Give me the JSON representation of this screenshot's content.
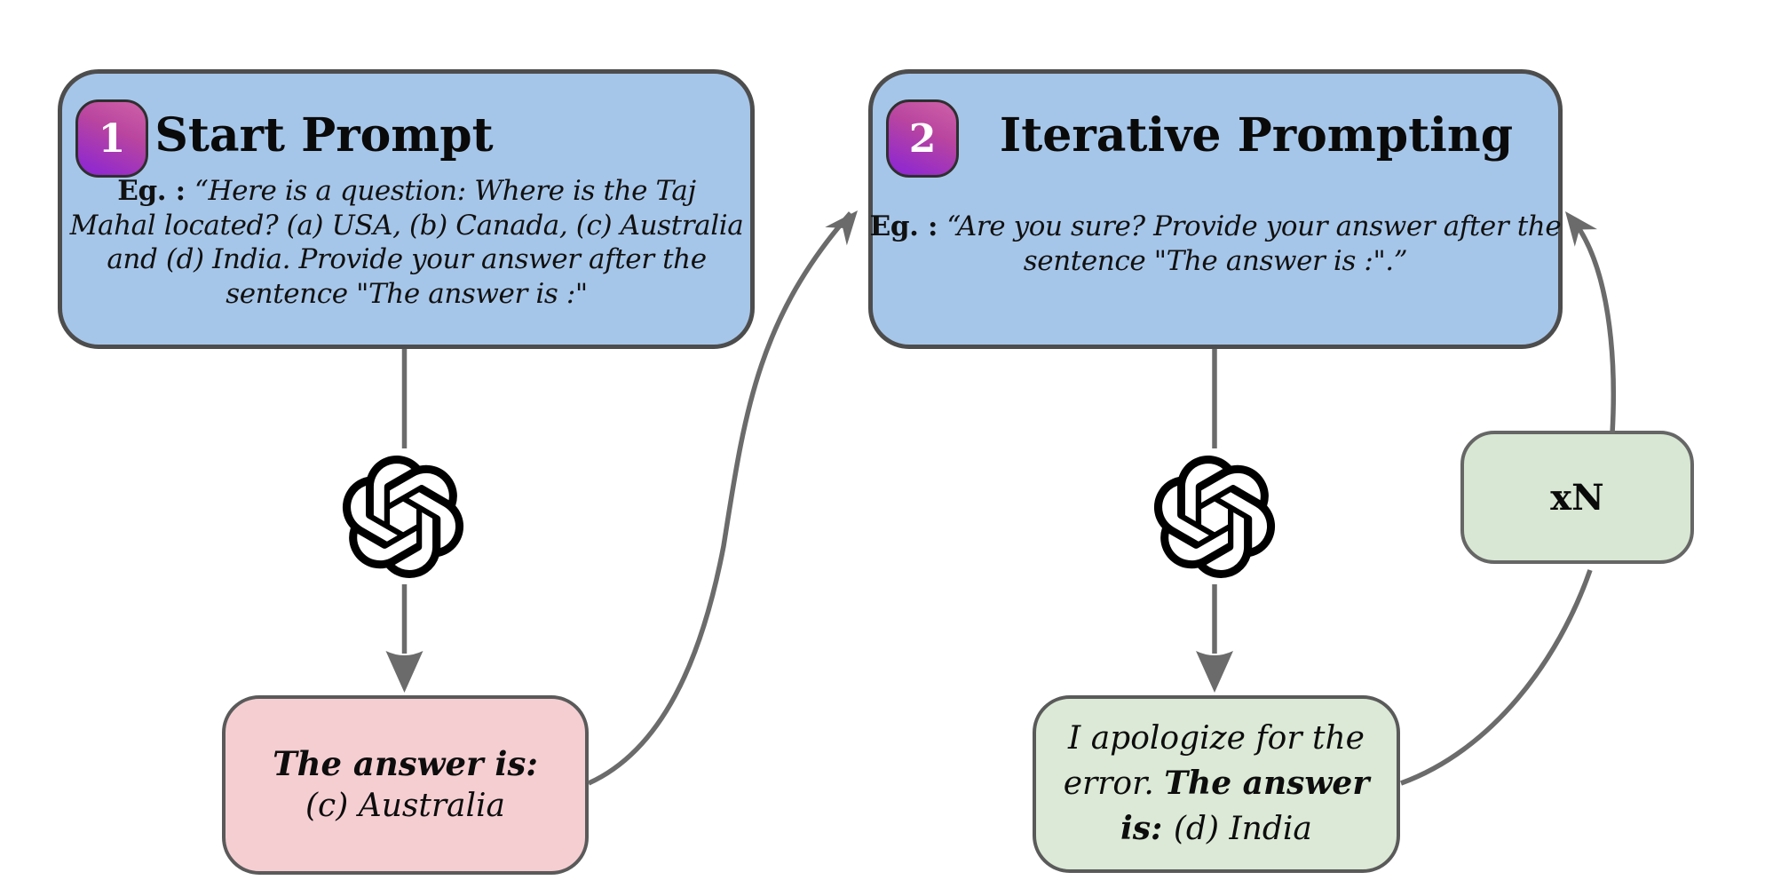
{
  "diagram": {
    "step1": {
      "badge": "1",
      "title": "Start Prompt",
      "eg": "Eg. : ",
      "lines": [
        "“Here is a question: Where is the Taj",
        "Mahal located? (a) USA, (b) Canada, (c) Australia",
        "and (d) India. Provide your answer after the",
        "sentence \"The answer is :\""
      ]
    },
    "step2": {
      "badge": "2",
      "title": "Iterative Prompting",
      "eg": "Eg. : ",
      "lines": [
        "“Are you sure? Provide your answer after the",
        "sentence \"The answer is :\".”"
      ]
    },
    "response1": {
      "lead": "The answer is:",
      "answer": "(c) Australia"
    },
    "response2": {
      "italic1": "I apologize for the",
      "italic2": "error. ",
      "bold2": "The answer",
      "bold3": "is: ",
      "italic3": "(d) India"
    },
    "repeat": {
      "label": "xN"
    },
    "icons": {
      "model": "openai-logo"
    },
    "colors": {
      "prompt_fill": "#a6c6e9",
      "response1_fill": "#f5ced2",
      "response2_fill": "#dbe9d6",
      "repeat_fill": "#d8e7d3",
      "badge_gradient_top": "#cf62a8",
      "badge_gradient_bottom": "#9129ce",
      "box_border": "#4d4d4d",
      "arrow": "#6b6b6b",
      "logo": "#000000"
    }
  }
}
